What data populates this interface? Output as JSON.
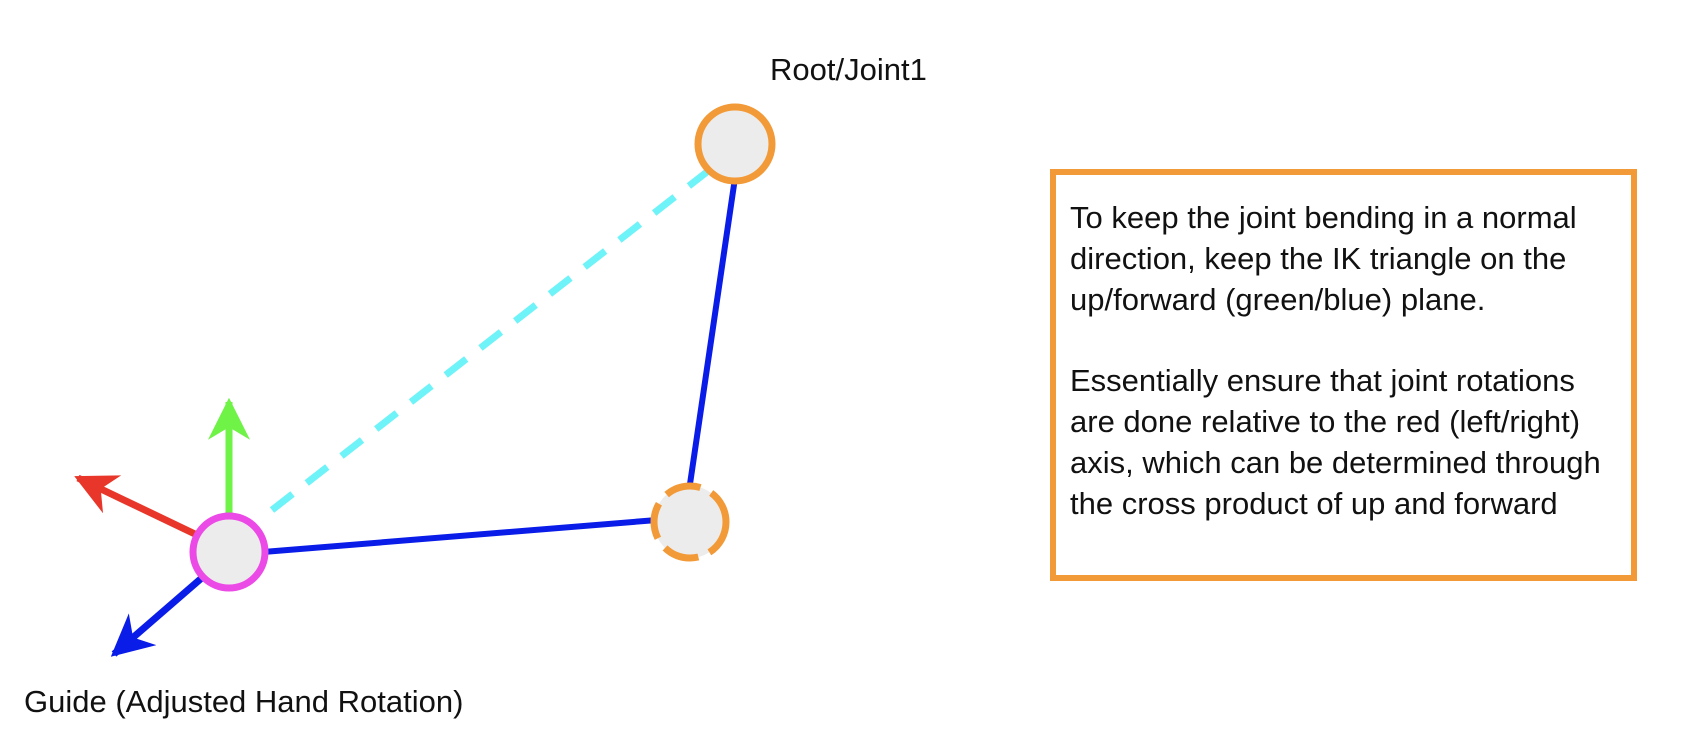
{
  "labels": {
    "root_joint": "Root/Joint1",
    "guide": "Guide (Adjusted Hand Rotation)"
  },
  "note": {
    "paragraph_1": "To keep the joint bending in a normal direction, keep the IK triangle on the up/forward (green/blue) plane.",
    "paragraph_2": "Essentially ensure that joint rotations are done relative to the red (left/right) axis, which can be determined through the cross product of up and forward"
  },
  "colors": {
    "joint_outline": "#f29a38",
    "guide_outline": "#ec4ae6",
    "joint_fill": "#ececec",
    "bone": "#0a1de8",
    "ik_target_line": "#6ef3f8",
    "axis_up": "#6ef346",
    "axis_forward": "#0a1de8",
    "axis_left_right": "#e8372a",
    "note_border": "#f29a38"
  },
  "icons": {
    "up_axis": "arrow-up-icon",
    "forward_axis": "arrow-down-left-icon",
    "left_right_axis": "arrow-left-icon"
  }
}
